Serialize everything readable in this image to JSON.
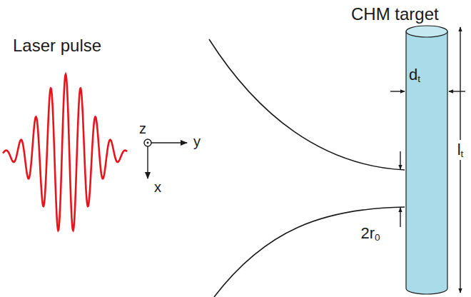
{
  "diagram": {
    "labels": [
      "Laser pulse",
      "CHM target",
      "z",
      "y",
      "x",
      "dt",
      "lt",
      "2r0"
    ]
  }
}
